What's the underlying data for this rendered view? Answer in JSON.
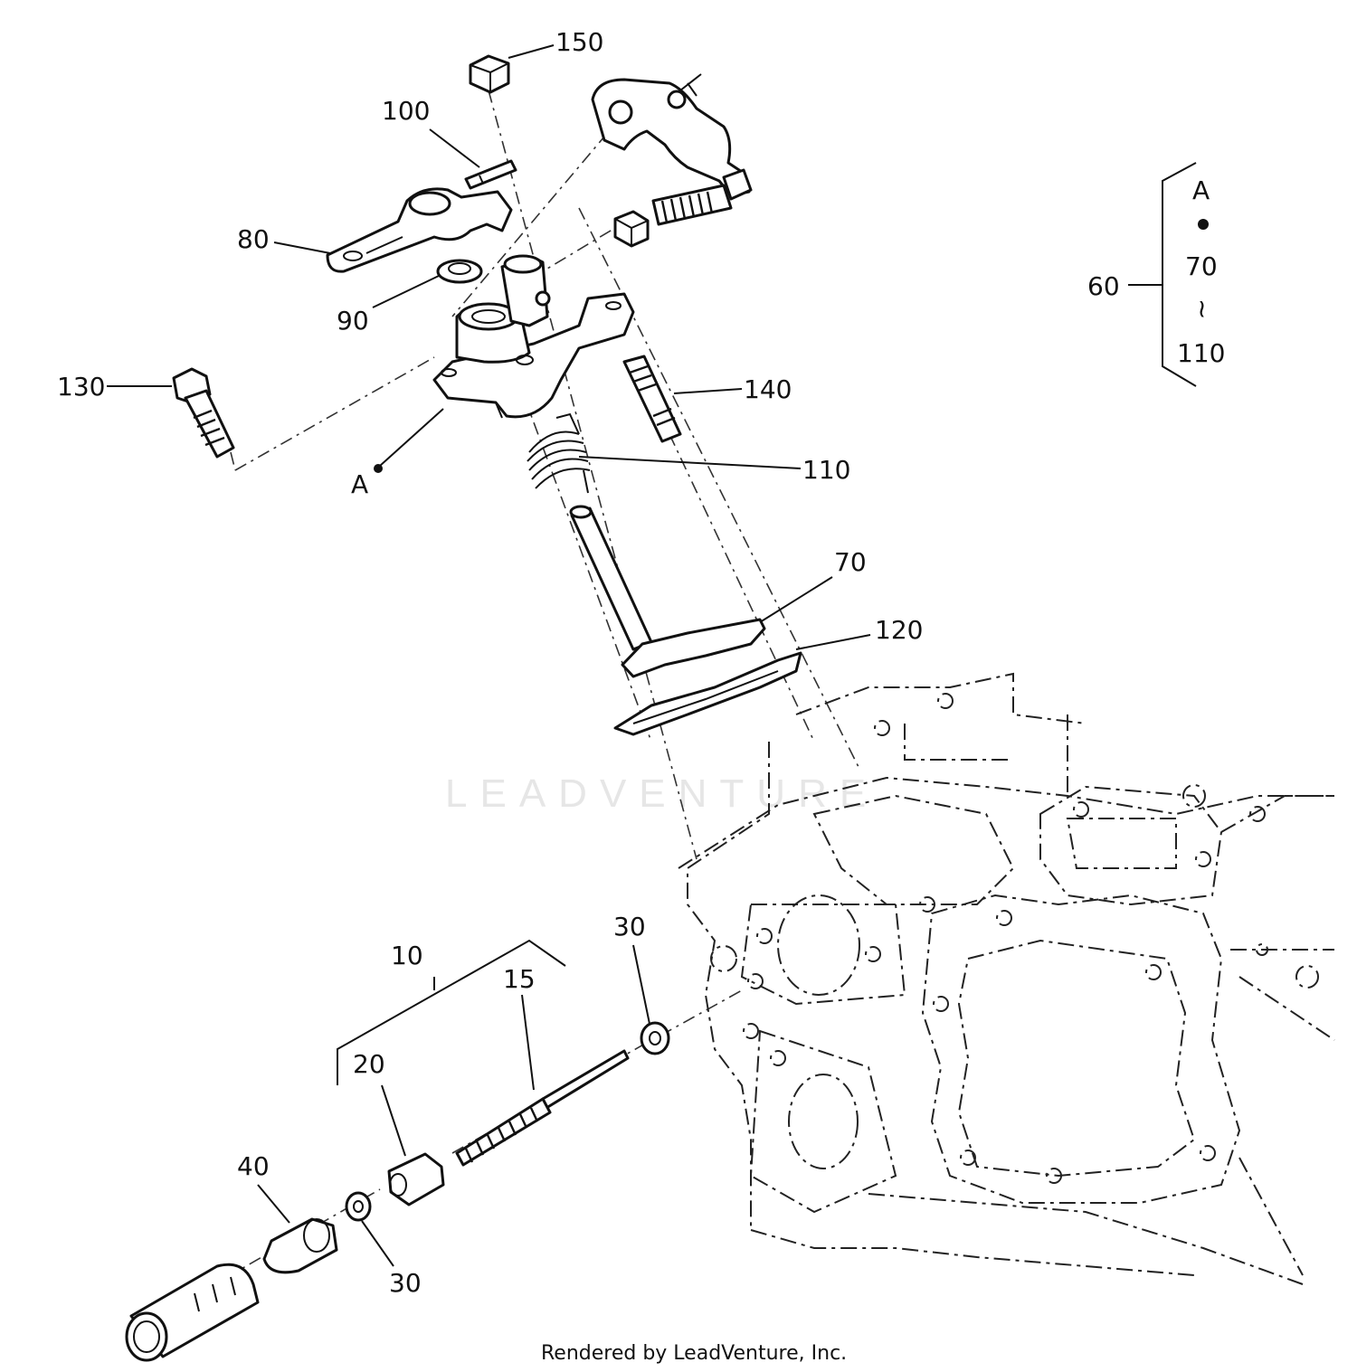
{
  "diagram": {
    "watermark": "LEADVENTURE",
    "credit": "Rendered by LeadVenture, Inc.",
    "callouts": [
      {
        "id": "150",
        "text": "150"
      },
      {
        "id": "100",
        "text": "100"
      },
      {
        "id": "80",
        "text": "80"
      },
      {
        "id": "90",
        "text": "90"
      },
      {
        "id": "130",
        "text": "130"
      },
      {
        "id": "a",
        "text": "A"
      },
      {
        "id": "140",
        "text": "140"
      },
      {
        "id": "110",
        "text": "110"
      },
      {
        "id": "70",
        "text": "70"
      },
      {
        "id": "120",
        "text": "120"
      },
      {
        "id": "10",
        "text": "10"
      },
      {
        "id": "15",
        "text": "15"
      },
      {
        "id": "20",
        "text": "20"
      },
      {
        "id": "30a",
        "text": "30"
      },
      {
        "id": "40",
        "text": "40"
      },
      {
        "id": "30b",
        "text": "30"
      }
    ],
    "assembly_legend": {
      "number": "60",
      "items": [
        "A",
        "70",
        "~",
        "110"
      ]
    }
  }
}
